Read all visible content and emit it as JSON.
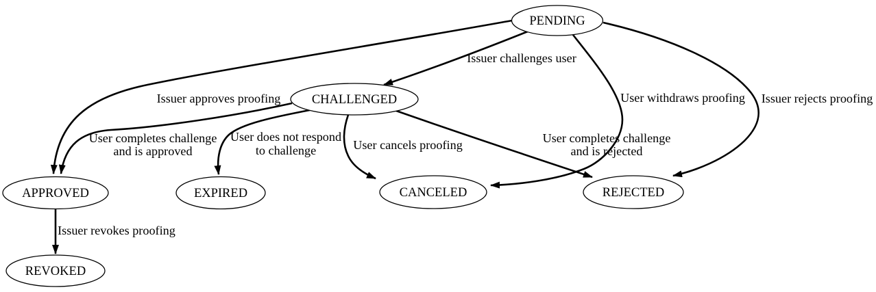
{
  "diagram": {
    "kind": "state-machine-graph",
    "colors": {
      "background": "#ffffff",
      "node_fill": "#ffffff",
      "stroke": "#000000",
      "text": "#000000"
    },
    "nodes": {
      "pending": {
        "label": "PENDING"
      },
      "challenged": {
        "label": "CHALLENGED"
      },
      "approved": {
        "label": "APPROVED"
      },
      "expired": {
        "label": "EXPIRED"
      },
      "canceled": {
        "label": "CANCELED"
      },
      "rejected": {
        "label": "REJECTED"
      },
      "revoked": {
        "label": "REVOKED"
      }
    },
    "edges": {
      "pending_challenged": {
        "from": "PENDING",
        "to": "CHALLENGED",
        "lines": [
          "Issuer challenges user"
        ]
      },
      "pending_approved": {
        "from": "PENDING",
        "to": "APPROVED",
        "lines": [
          "Issuer approves proofing"
        ]
      },
      "pending_canceled": {
        "from": "PENDING",
        "to": "CANCELED",
        "lines": [
          "User withdraws proofing"
        ]
      },
      "pending_rejected": {
        "from": "PENDING",
        "to": "REJECTED",
        "lines": [
          "Issuer rejects proofing"
        ]
      },
      "challenged_approved": {
        "from": "CHALLENGED",
        "to": "APPROVED",
        "lines": [
          "User completes challenge",
          "and is approved"
        ]
      },
      "challenged_expired": {
        "from": "CHALLENGED",
        "to": "EXPIRED",
        "lines": [
          "User does not respond",
          "to challenge"
        ]
      },
      "challenged_canceled": {
        "from": "CHALLENGED",
        "to": "CANCELED",
        "lines": [
          "User cancels proofing"
        ]
      },
      "challenged_rejected": {
        "from": "CHALLENGED",
        "to": "REJECTED",
        "lines": [
          "User completes challenge",
          "and is rejected"
        ]
      },
      "approved_revoked": {
        "from": "APPROVED",
        "to": "REVOKED",
        "lines": [
          "Issuer revokes proofing"
        ]
      }
    }
  }
}
